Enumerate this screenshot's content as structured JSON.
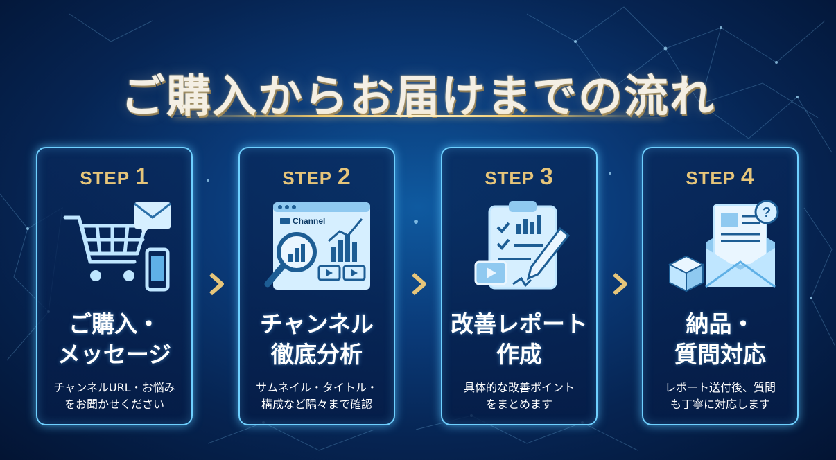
{
  "title": "ご購入からお届けまでの流れ",
  "steps": [
    {
      "label": "STEP",
      "number": "1",
      "heading_line1": "ご購入・",
      "heading_line2": "メッセージ",
      "desc_line1": "チャンネルURL・お悩み",
      "desc_line2": "をお聞かせください",
      "icon": "shopping-cart-mail-phone-icon"
    },
    {
      "label": "STEP",
      "number": "2",
      "heading_line1": "チャンネル",
      "heading_line2": "徹底分析",
      "desc_line1": "サムネイル・タイトル・",
      "desc_line2": "構成など隅々まで確認",
      "icon": "channel-analysis-icon",
      "icon_text": "Channel"
    },
    {
      "label": "STEP",
      "number": "3",
      "heading_line1": "改善レポート",
      "heading_line2": "作成",
      "desc_line1": "具体的な改善ポイント",
      "desc_line2": "をまとめます",
      "icon": "report-clipboard-icon"
    },
    {
      "label": "STEP",
      "number": "4",
      "heading_line1": "納品・",
      "heading_line2": "質問対応",
      "desc_line1": "レポート送付後、質問",
      "desc_line2": "も丁寧に対応します",
      "icon": "delivery-envelope-question-icon"
    }
  ],
  "colors": {
    "accent_gold": "#e6c57a",
    "card_border": "#6fd0ff",
    "icon_fill": "#bfe6ff"
  }
}
